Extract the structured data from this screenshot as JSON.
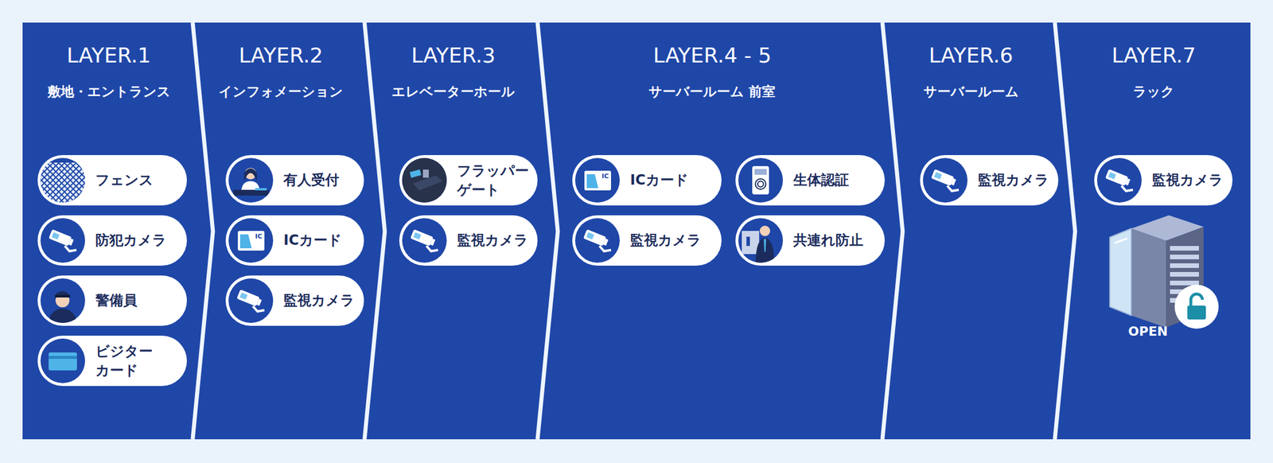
{
  "diagram": {
    "nodes": [
      {
        "text": [
          "LAYER.1",
          "敷地・エントランス"
        ]
      },
      {
        "text": [
          "フェンス"
        ],
        "in": 0
      },
      {
        "text": [
          "防犯カメラ"
        ],
        "in": 0
      },
      {
        "text": [
          "警備員"
        ],
        "in": 0
      },
      {
        "text": [
          "ビジター カード"
        ],
        "in": 0
      },
      {
        "text": [
          "LAYER.2",
          "インフォメーション"
        ]
      },
      {
        "text": [
          "有人受付"
        ],
        "in": 5
      },
      {
        "text": [
          "ICカード"
        ],
        "in": 5
      },
      {
        "text": [
          "監視カメラ"
        ],
        "in": 5
      },
      {
        "text": [
          "LAYER.3",
          "エレベーターホール"
        ]
      },
      {
        "text": [
          "フラッパー ゲート"
        ],
        "in": 9
      },
      {
        "text": [
          "監視カメラ"
        ],
        "in": 9
      },
      {
        "text": [
          "LAYER.4 - 5",
          "サーバールーム 前室"
        ]
      },
      {
        "text": [
          "ICカード"
        ],
        "in": 12
      },
      {
        "text": [
          "生体認証"
        ],
        "in": 12
      },
      {
        "text": [
          "監視カメラ"
        ],
        "in": 12
      },
      {
        "text": [
          "共連れ防止"
        ],
        "in": 12
      },
      {
        "text": [
          "LAYER.6",
          "サーバールーム"
        ]
      },
      {
        "text": [
          "監視カメラ"
        ],
        "in": 17
      },
      {
        "text": [
          "LAYER.7",
          "ラック"
        ]
      },
      {
        "text": [
          "監視カメラ"
        ],
        "in": 19
      }
    ],
    "labels": [
      "IC",
      "IC",
      "OPEN"
    ]
  }
}
